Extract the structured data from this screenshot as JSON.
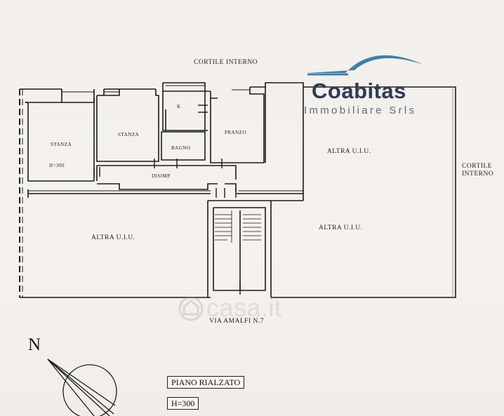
{
  "labels": {
    "cortile_top": "CORTILE INTERNO",
    "cortile_right_1": "CORTILE",
    "cortile_right_2": "INTERNO",
    "stanza_1": "STANZA",
    "stanza_1_h": "H=300",
    "stanza_2": "STANZA",
    "k": "K",
    "bagno": "BAGNO",
    "pranzo": "PRANZO",
    "disimp": "DISIMP.",
    "altra_uiu_top_right": "ALTRA U.I.U.",
    "altra_uiu_left": "ALTRA U.I.U.",
    "altra_uiu_right": "ALTRA U.I.U.",
    "street": "VIA AMALFI N.7",
    "floor": "PIANO RIALZATO",
    "height": "H=300",
    "north": "N"
  },
  "logo": {
    "name": "Coabitas",
    "subtitle": "Immobiliare Srls",
    "color_main": "#2f3b55",
    "color_roof": "#3f7fa6"
  },
  "watermark": {
    "text": "casa.it",
    "icon": "house-icon"
  }
}
